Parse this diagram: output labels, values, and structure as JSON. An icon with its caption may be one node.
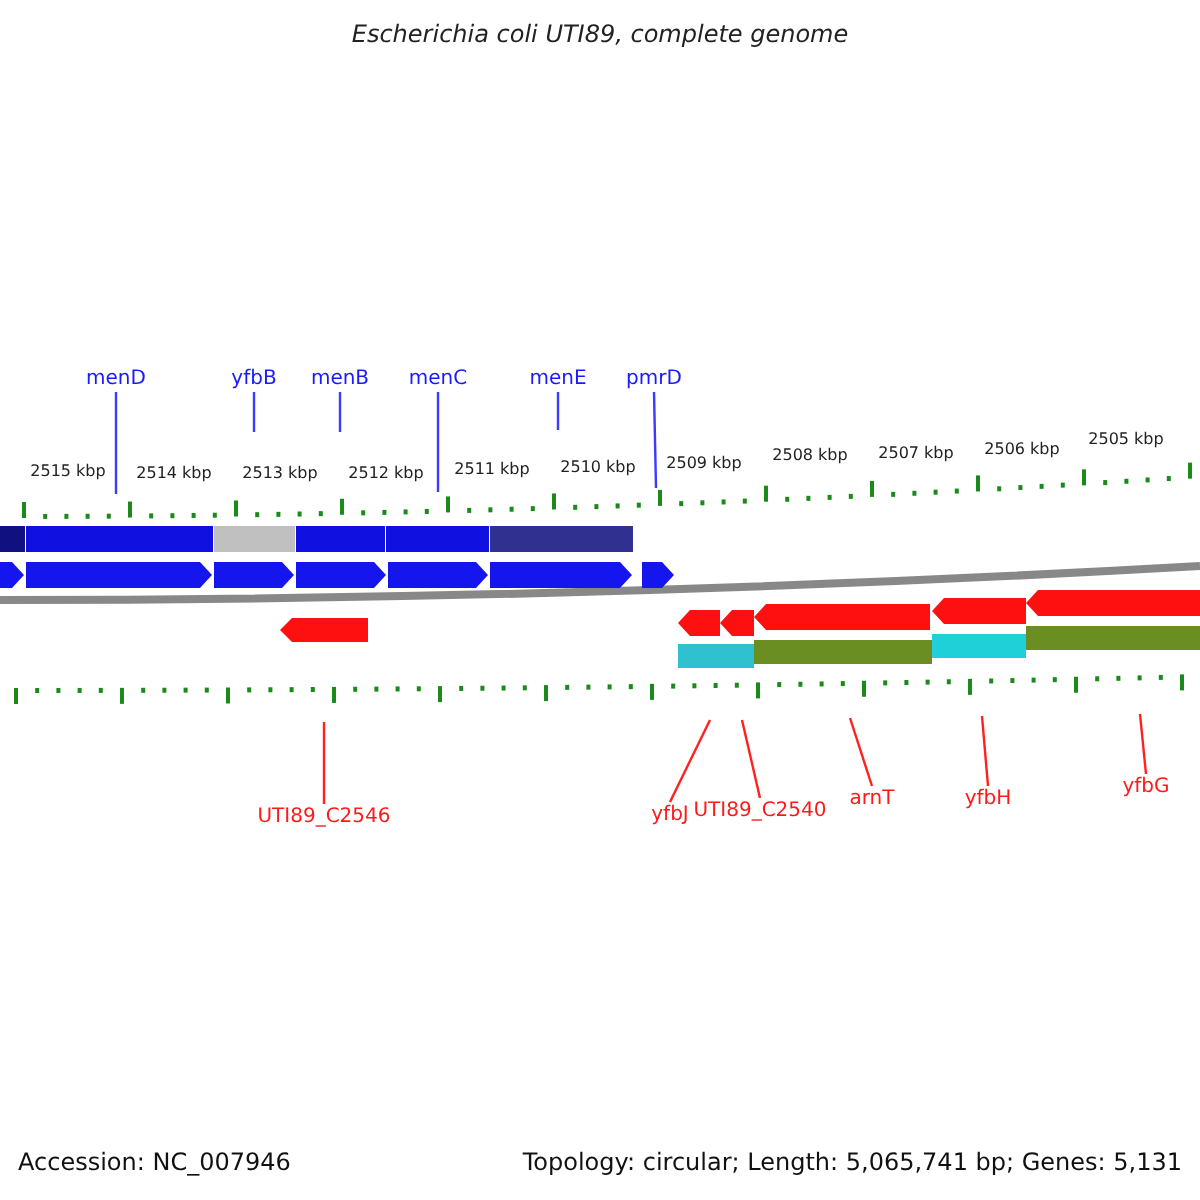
{
  "diagram": {
    "title": "Escherichia coli UTI89, complete genome",
    "nodes": [
      {
        "text": [
          "menD"
        ]
      },
      {
        "text": [
          "yfbB"
        ]
      },
      {
        "text": [
          "menB"
        ]
      },
      {
        "text": [
          "menC"
        ]
      },
      {
        "text": [
          "menE"
        ]
      },
      {
        "text": [
          "pmrD"
        ]
      },
      {
        "text": [
          "UTI89_C2546"
        ]
      },
      {
        "text": [
          "yfbJ"
        ]
      },
      {
        "text": [
          "UTI89_C2540"
        ]
      },
      {
        "text": [
          "arnT"
        ]
      },
      {
        "text": [
          "yfbH"
        ]
      },
      {
        "text": [
          "yfbG"
        ]
      }
    ],
    "edges": [
      {
        "from": 0,
        "to": null,
        "arrow": "none",
        "color": "#3b3bff"
      },
      {
        "from": 1,
        "to": null,
        "arrow": "none",
        "color": "#3b3bff"
      },
      {
        "from": 2,
        "to": null,
        "arrow": "none",
        "color": "#3b3bff"
      },
      {
        "from": 3,
        "to": null,
        "arrow": "none",
        "color": "#3b3bff"
      },
      {
        "from": 4,
        "to": null,
        "arrow": "none",
        "color": "#3b3bff"
      },
      {
        "from": 5,
        "to": null,
        "arrow": "none",
        "color": "#3b3bff"
      },
      {
        "from": 6,
        "to": null,
        "arrow": "none",
        "color": "#ff2020"
      },
      {
        "from": 7,
        "to": null,
        "arrow": "none",
        "color": "#ff2020"
      },
      {
        "from": 8,
        "to": null,
        "arrow": "none",
        "color": "#ff2020"
      },
      {
        "from": 9,
        "to": null,
        "arrow": "none",
        "color": "#ff2020"
      },
      {
        "from": 10,
        "to": null,
        "arrow": "none",
        "color": "#ff2020"
      },
      {
        "from": 11,
        "to": null,
        "arrow": "none",
        "color": "#ff2020"
      }
    ],
    "labels": [
      "2515 kbp",
      "2514 kbp",
      "2513 kbp",
      "2512 kbp",
      "2511 kbp",
      "2510 kbp",
      "2509 kbp",
      "2508 kbp",
      "2507 kbp",
      "2506 kbp",
      "2505 kbp",
      "Accession: NC_007946",
      "Topology: circular; Length: 5,065,741 bp; Genes: 5,131"
    ]
  }
}
